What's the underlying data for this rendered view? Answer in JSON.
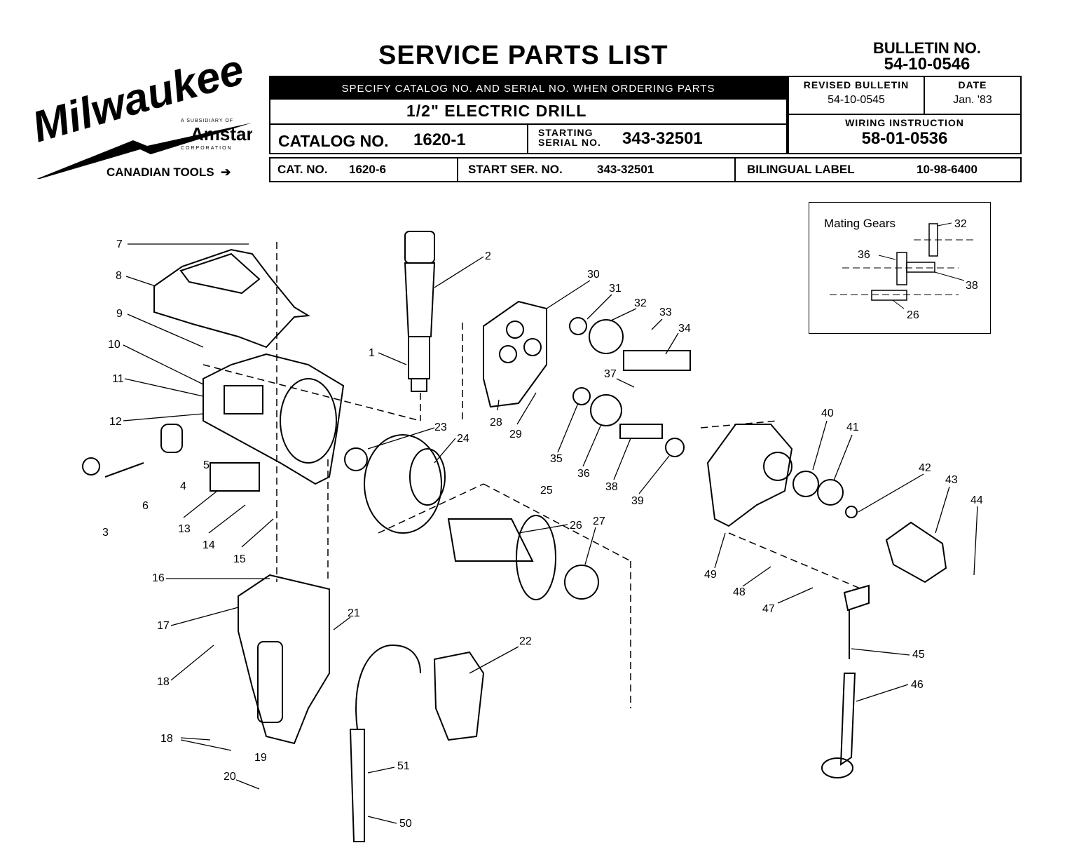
{
  "header": {
    "title": "SERVICE PARTS LIST",
    "bulletin_label": "BULLETIN NO.",
    "bulletin_no": "54-10-0546",
    "specify_note": "SPECIFY CATALOG NO. AND SERIAL NO. WHEN ORDERING PARTS",
    "product": "1/2\" ELECTRIC DRILL",
    "catalog_label": "CATALOG NO.",
    "catalog_no": "1620-1",
    "starting_label_1": "STARTING",
    "starting_label_2": "SERIAL NO.",
    "starting_serial": "343-32501",
    "revised_label": "REVISED BULLETIN",
    "revised_value": "54-10-0545",
    "date_label": "DATE",
    "date_value": "Jan. '83",
    "wiring_label": "WIRING INSTRUCTION",
    "wiring_value": "58-01-0536"
  },
  "logo": {
    "brand": "Milwaukee",
    "subsidiary": "A SUBSIDIARY OF",
    "parent": "Amstar",
    "corporation": "CORPORATION"
  },
  "canadian": {
    "label": "CANADIAN TOOLS",
    "cat_label": "CAT. NO.",
    "cat_no": "1620-6",
    "start_label": "START SER. NO.",
    "start_no": "343-32501",
    "bilingual_label": "BILINGUAL LABEL",
    "bilingual_no": "10-98-6400"
  },
  "mating_gears": {
    "title": "Mating Gears",
    "labels": [
      "32",
      "36",
      "38",
      "26"
    ]
  },
  "part_numbers": [
    "1",
    "2",
    "3",
    "4",
    "5",
    "6",
    "7",
    "8",
    "9",
    "10",
    "11",
    "12",
    "13",
    "14",
    "15",
    "16",
    "17",
    "18",
    "18",
    "19",
    "20",
    "21",
    "22",
    "23",
    "24",
    "25",
    "26",
    "27",
    "28",
    "29",
    "30",
    "31",
    "32",
    "33",
    "34",
    "35",
    "36",
    "37",
    "38",
    "39",
    "40",
    "41",
    "42",
    "43",
    "44",
    "45",
    "46",
    "47",
    "48",
    "49",
    "50",
    "51"
  ],
  "colors": {
    "ink": "#000000",
    "paper": "#ffffff"
  }
}
